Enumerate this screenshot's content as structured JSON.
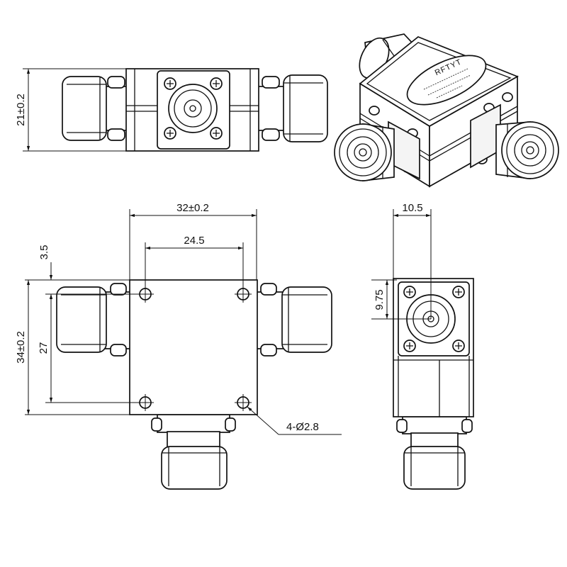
{
  "side_top_view": {
    "height_dim": "21±0.2"
  },
  "top_view": {
    "width_dim": "32±0.2",
    "hole_spacing_x": "24.5",
    "hole_offset_y": "3.5",
    "height_dim": "34±0.2",
    "hole_spacing_y": "27",
    "hole_callout": "4-Ø2.8"
  },
  "side_right_view": {
    "offset_x": "10.5",
    "offset_y": "9.75"
  },
  "isometric_view": {
    "label_logo": "RFTYT"
  }
}
